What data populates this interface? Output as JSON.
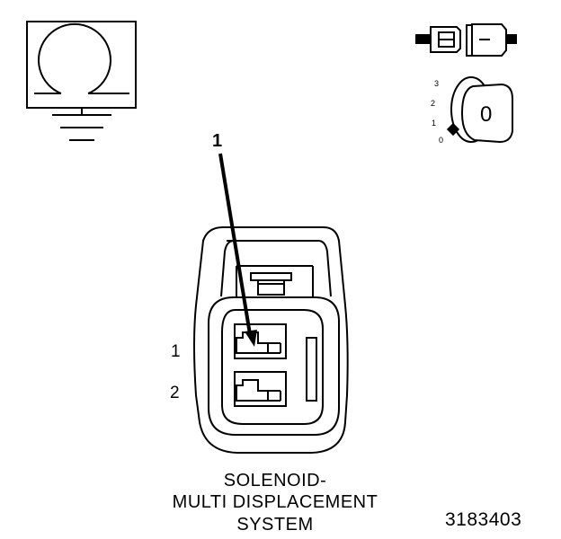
{
  "ohmmeter_icon": "ohmmeter-ground-icon",
  "connector_icon": "connector-disconnected-icon",
  "ignition_icon": "ignition-key-icon",
  "ignition": {
    "positions": [
      "3",
      "2",
      "1",
      "0"
    ],
    "key_mark": "0"
  },
  "callout": "1",
  "pins": [
    "1",
    "2"
  ],
  "caption": [
    "SOLENOID-",
    "MULTI DISPLACEMENT",
    "SYSTEM"
  ],
  "figure_id": "3183403",
  "colors": {
    "ink": "#000000",
    "background": "#ffffff"
  }
}
